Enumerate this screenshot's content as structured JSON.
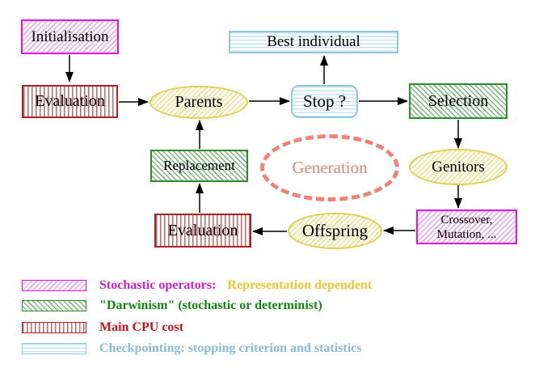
{
  "nodes": {
    "initialisation": "Initialisation",
    "evaluation_top": "Evaluation",
    "parents": "Parents",
    "best_individual": "Best individual",
    "stop": "Stop ?",
    "selection": "Selection",
    "replacement": "Replacement",
    "generation": "Generation",
    "genitors": "Genitors",
    "crossover_line1": "Crossover,",
    "crossover_line2": "Mutation, ...",
    "offspring": "Offspring",
    "evaluation_bottom": "Evaluation"
  },
  "legend": {
    "rows": [
      {
        "swatch": "magenta-hatch",
        "text_primary": "Stochastic operators:",
        "text_secondary": "Representation dependent"
      },
      {
        "swatch": "green-hatch",
        "text_primary": "\"Darwinism\" (stochastic or determinist)"
      },
      {
        "swatch": "red-stripes",
        "text_primary": "Main CPU cost"
      },
      {
        "swatch": "cyan-stripes",
        "text_primary": "Checkpointing: stopping criterion and statistics"
      }
    ]
  },
  "colors": {
    "magenta": "#e311e3",
    "red": "#b22222",
    "green": "#2e8b2e",
    "cyan": "#92c8dd",
    "yellow": "#e4cf55",
    "salmon": "#ef8177",
    "legend_magenta_text": "#cc22cc",
    "legend_yellow_text": "#e8c832",
    "legend_green_text": "#118811",
    "legend_red_text": "#cc1122",
    "legend_blue_text": "#88bbdd"
  }
}
